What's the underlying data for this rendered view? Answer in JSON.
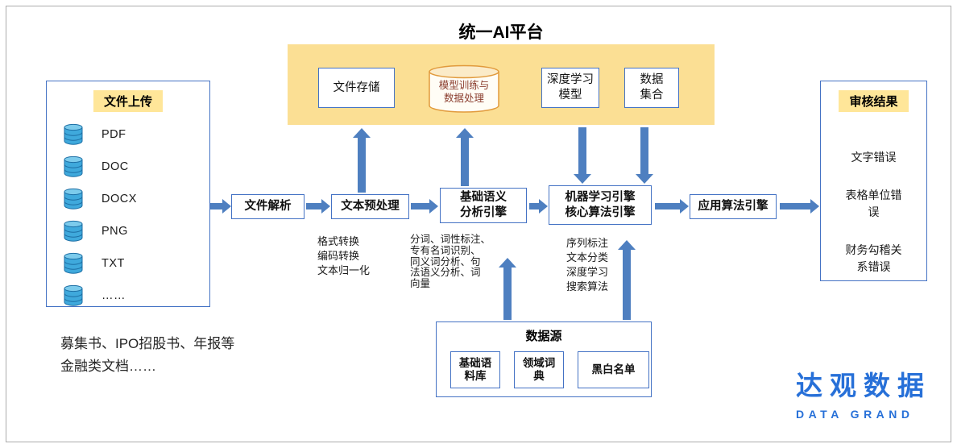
{
  "title": "统一AI平台",
  "colors": {
    "accent": "#4472C4",
    "arrow": "#4E7FC0",
    "band": "#FBDF94",
    "hl": "#FFE699",
    "logo": "#2770D8",
    "cyl": "#E19A3C",
    "cyl_text": "#8B3E2F"
  },
  "platform": {
    "file_storage": "文件存储",
    "model_training": "模型训练与\n数据处理",
    "deep_learning": "深度学习\n模型",
    "data_collection": "数据\n集合"
  },
  "upload": {
    "title": "文件上传",
    "items": [
      "PDF",
      "DOC",
      "DOCX",
      "PNG",
      "TXT",
      "……"
    ]
  },
  "caption": "募集书、IPO招股书、年报等\n金融类文档……",
  "pipeline": {
    "file_parse": "文件解析",
    "preprocess": "文本预处理",
    "semantic_engine": "基础语义\n分析引擎",
    "ml_engine": "机器学习引擎\n核心算法引擎",
    "app_engine": "应用算法引擎"
  },
  "notes": {
    "preprocess": "格式转换\n编码转换\n文本归一化",
    "semantic": "分词、词性标注、\n专有名词识别、\n同义词分析、句\n法语义分析、词\n向量",
    "ml": "序列标注\n文本分类\n深度学习\n搜索算法"
  },
  "datasource": {
    "title": "数据源",
    "items": [
      "基础语\n料库",
      "领域词\n典",
      "黑白名单"
    ]
  },
  "result": {
    "title": "审核结果",
    "items": [
      "文字错误",
      "表格单位错\n误",
      "财务勾稽关\n系错误"
    ]
  },
  "logo": {
    "name": "达观数据",
    "sub": "DATA GRAND"
  }
}
